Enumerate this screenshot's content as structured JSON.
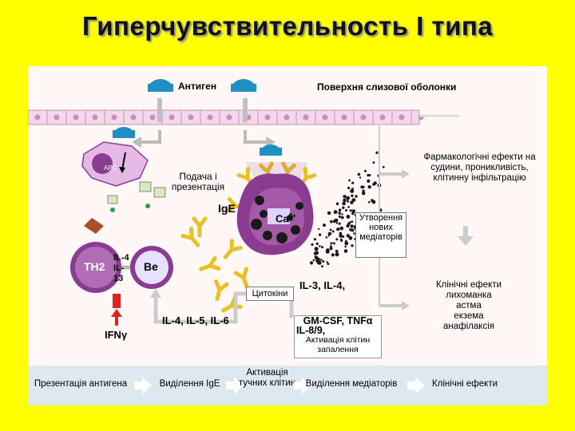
{
  "title": "Гиперчувствительность I типа",
  "labels": {
    "antigen": "Антиген",
    "mucosa": "Поверхня слизової оболонки",
    "presentation": "Подача і презентація",
    "apc": "APC",
    "ige": "IgE",
    "th2": "TH2",
    "il4_il13": "IL-4 IL-13",
    "be": "Be",
    "ifn": "IFNγ",
    "cytokines": "Цитокіни",
    "il3_il4": "IL-3, IL-4,",
    "il456": "IL-4, IL-5, IL-6",
    "gmcsf": "GM-CSF, TNFα",
    "il89": "IL-8/9,",
    "activation_inflam": "Активація клітин запалення",
    "ca": "Ca",
    "ca_sup": "2+",
    "new_mediators": "Утворення нових медіаторів",
    "pharm_effects": "Фармакологічні ефекти на судини, проникливість, клітинну інфільтрацію",
    "clinical_title": "Клінічні ефекти",
    "clinical_list": [
      "лихоманка",
      "астма",
      "екзема",
      "анафілаксія"
    ]
  },
  "bottom_steps": [
    "Презентація антигена",
    "Виділення IgE",
    "Активація тучних клітин",
    "Виділення медіаторів",
    "Клінічні ефекти"
  ],
  "colors": {
    "background": "#ffff00",
    "antigen": "#1f8fc4",
    "cell_purple": "#8a3d90",
    "apc_pink": "#e6b8e6",
    "antibody": "#e8c12a",
    "bottom_bar": "#dde9ef",
    "mucosa": "#f3d7ea"
  }
}
